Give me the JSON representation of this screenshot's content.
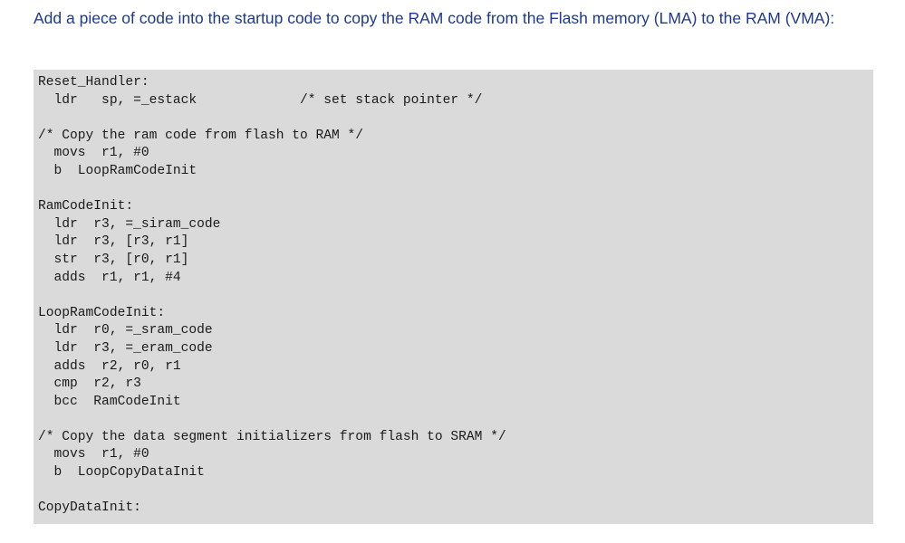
{
  "intro_text": "Add a piece of code into the startup code to copy the RAM code from the Flash memory (LMA) to the RAM (VMA):",
  "code_lines": [
    "Reset_Handler:",
    "  ldr   sp, =_estack             /* set stack pointer */",
    "",
    "/* Copy the ram code from flash to RAM */",
    "  movs  r1, #0",
    "  b  LoopRamCodeInit",
    "",
    "RamCodeInit:",
    "  ldr  r3, =_siram_code",
    "  ldr  r3, [r3, r1]",
    "  str  r3, [r0, r1]",
    "  adds  r1, r1, #4",
    "",
    "LoopRamCodeInit:",
    "  ldr  r0, =_sram_code",
    "  ldr  r3, =_eram_code",
    "  adds  r2, r0, r1",
    "  cmp  r2, r3",
    "  bcc  RamCodeInit",
    "",
    "/* Copy the data segment initializers from flash to SRAM */",
    "  movs  r1, #0",
    "  b  LoopCopyDataInit",
    "",
    "CopyDataInit:"
  ]
}
